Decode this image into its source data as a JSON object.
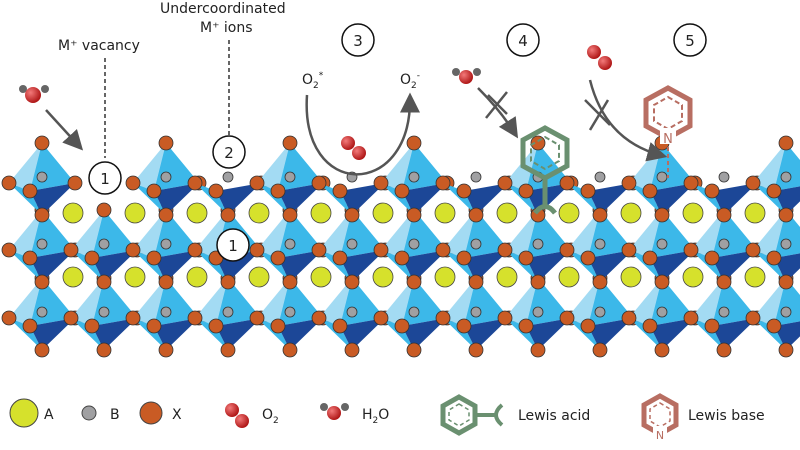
{
  "annotations": {
    "vacancy_label": "M⁺ vacancy",
    "undercoord_line1": "Undercoordinated",
    "undercoord_line2": "M⁺ ions",
    "o2_star": "O",
    "o2_star_sub": "2",
    "o2_star_sup": "*",
    "o2_minus": "O",
    "o2_minus_sub": "2",
    "o2_minus_sup": "-"
  },
  "markers": [
    "1",
    "2",
    "1",
    "3",
    "4",
    "5"
  ],
  "legend": {
    "a": "A",
    "b": "B",
    "x": "X",
    "o2": "O",
    "o2_sub": "2",
    "h2o_h": "H",
    "h2o_sub": "2",
    "h2o_o": "O",
    "lewis_acid": "Lewis acid",
    "lewis_base": "Lewis base",
    "lewis_base_atom": "N"
  },
  "colors": {
    "a_site": "#d6e12c",
    "b_site": "#a0a0a2",
    "x_site": "#c95b24",
    "oct_light": "#a3dbf3",
    "oct_mid": "#3cb8e9",
    "oct_dark": "#1c4797",
    "oxygen": "#d42a2a",
    "lewis_acid": "#6a9070",
    "lewis_base": "#b86e62",
    "arrow": "#555555"
  }
}
